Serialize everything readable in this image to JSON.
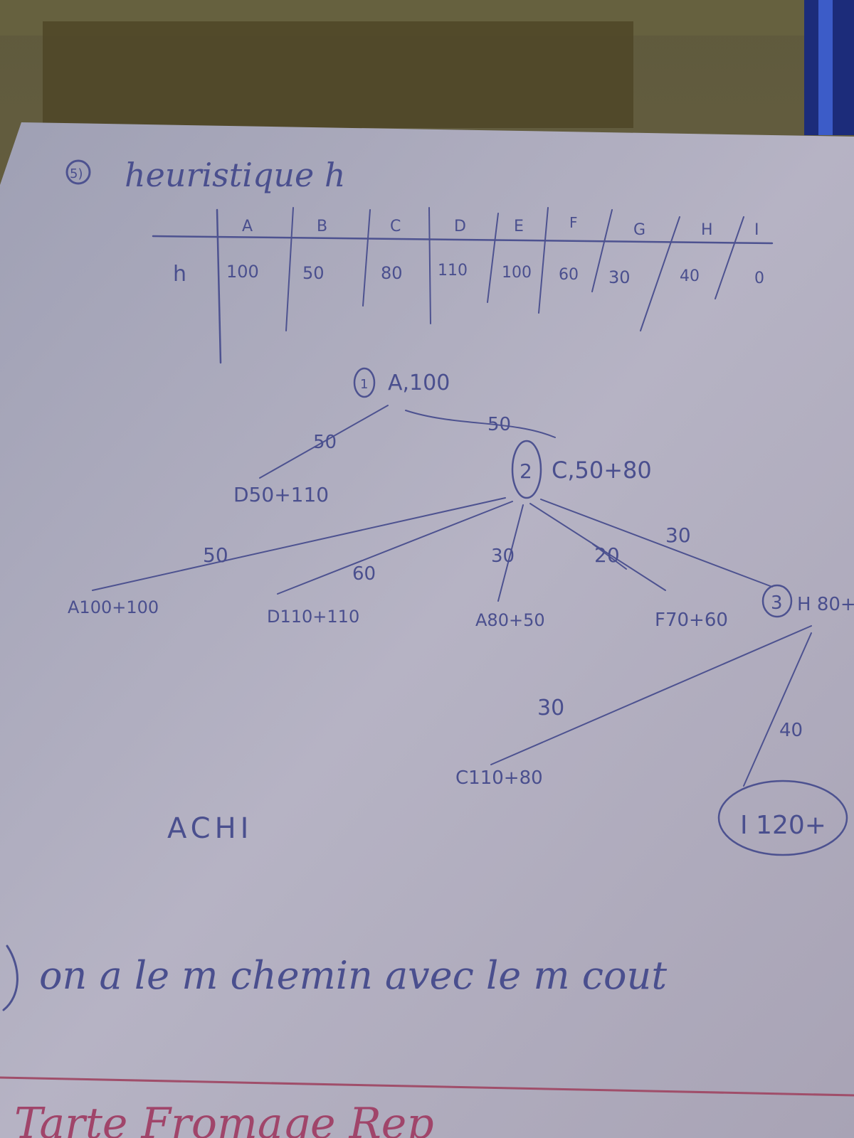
{
  "heading": {
    "number": "5)",
    "text": "heuristique h"
  },
  "heuristic_table": {
    "row_label": "h",
    "nodes": [
      "A",
      "B",
      "C",
      "D",
      "E",
      "F",
      "G",
      "H",
      "I"
    ],
    "values": [
      "100",
      "50",
      "80",
      "110",
      "100",
      "60",
      "30",
      "40",
      "0"
    ]
  },
  "search_tree": {
    "root": {
      "step": "1",
      "label": "A,100"
    },
    "level1": [
      {
        "edge": "50",
        "label": "D50+110"
      },
      {
        "edge": "50",
        "step": "2",
        "label": "C,50+80"
      }
    ],
    "level2": [
      {
        "edge": "50",
        "label": "A100+100"
      },
      {
        "edge": "60",
        "label": "D110+110"
      },
      {
        "edge": "30",
        "label": "A80+50"
      },
      {
        "edge": "20",
        "label": "F70+60"
      },
      {
        "edge": "30",
        "step": "3",
        "label": "H 80+"
      }
    ],
    "level3": [
      {
        "edge": "30",
        "label": "C110+80"
      },
      {
        "edge": "40",
        "label": "I 120+"
      }
    ]
  },
  "result_path": "ACHI",
  "bottom_note": "on a le m chemin avec le m cout",
  "footer_partial": "Tarte  Fromage  Rep"
}
